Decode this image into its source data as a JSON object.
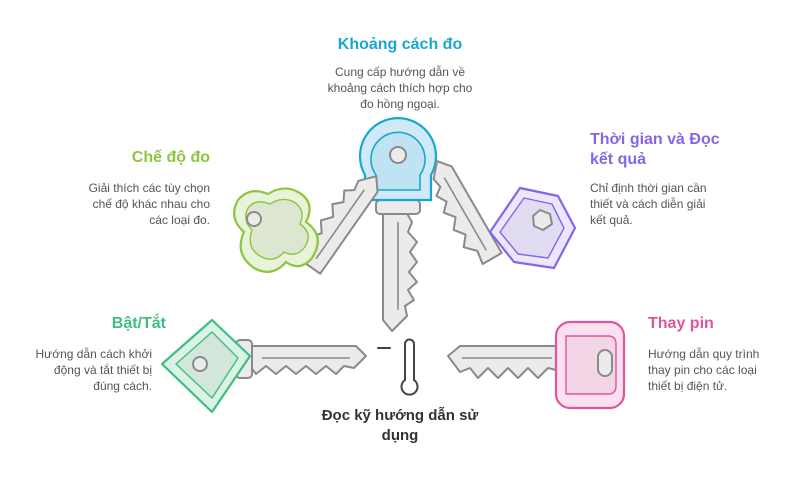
{
  "colors": {
    "gray": "#8a8a8a",
    "key_fill": "#ebebeb",
    "blue": "#1aa7cf",
    "green_lime": "#8cc63f",
    "purple": "#8566e8",
    "green": "#3fbf7f",
    "pink": "#e0559e"
  },
  "center": {
    "title": "Đọc kỹ hướng dẫn sử dụng",
    "icon": "thermometer-icon"
  },
  "items": [
    {
      "id": "khoang-cach-do",
      "title": "Khoảng cách đo",
      "description": "Cung cấp hướng dẫn về khoảng cách thích hợp cho đo hồng ngoại.",
      "color": "#1aa7cf",
      "icon": "round-key-icon"
    },
    {
      "id": "che-do-do",
      "title": "Chế độ đo",
      "description": "Giải thích các tùy chọn chế độ khác nhau cho các loại đo.",
      "color": "#8cc63f",
      "icon": "trefoil-key-icon"
    },
    {
      "id": "thoi-gian-va-doc-ket-qua",
      "title": "Thời gian và Đọc kết quả",
      "description": "Chỉ định thời gian cần thiết và cách diễn giải kết quả.",
      "color": "#8566e8",
      "icon": "hexagon-key-icon"
    },
    {
      "id": "bat-tat",
      "title": "Bật/Tắt",
      "description": "Hướng dẫn cách khởi động và tắt thiết bị đúng cách.",
      "color": "#3fbf7f",
      "icon": "diamond-key-icon"
    },
    {
      "id": "thay-pin",
      "title": "Thay pin",
      "description": "Hướng dẫn quy trình thay pin cho các loại thiết bị điện tử.",
      "color": "#e0559e",
      "icon": "rounded-rect-key-icon"
    }
  ]
}
